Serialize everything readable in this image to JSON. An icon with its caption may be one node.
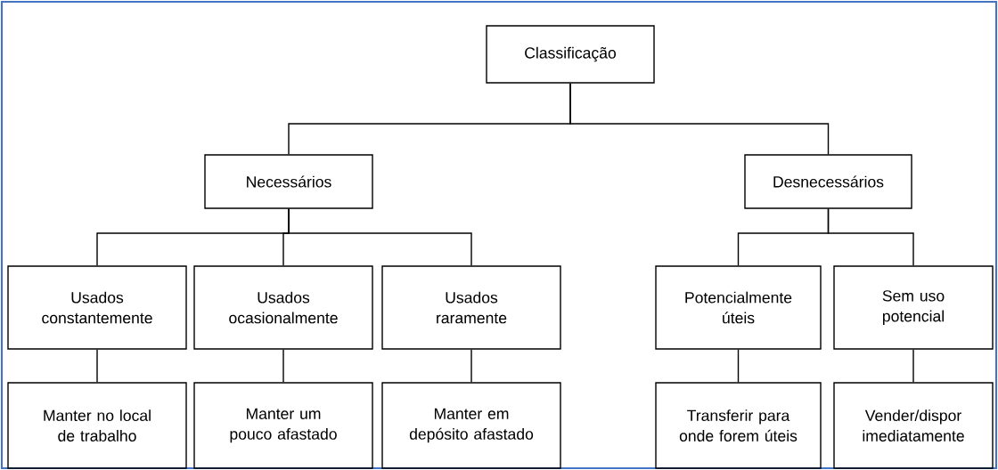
{
  "diagram": {
    "nodes": [
      {
        "text": [
          "Classificação"
        ]
      },
      {
        "text": [
          "Necessários"
        ]
      },
      {
        "text": [
          "Desnecessários"
        ]
      },
      {
        "text": [
          "Usados constantemente"
        ]
      },
      {
        "text": [
          "Usados ocasionalmente"
        ]
      },
      {
        "text": [
          "Usados raramente"
        ]
      },
      {
        "text": [
          "Potencialmente úteis"
        ]
      },
      {
        "text": [
          "Sem uso potencial"
        ]
      },
      {
        "text": [
          "Manter no local de trabalho"
        ]
      },
      {
        "text": [
          "Manter um pouco afastado"
        ]
      },
      {
        "text": [
          "Manter em depósito afastado"
        ]
      },
      {
        "text": [
          "Transferir para onde forem úteis"
        ]
      },
      {
        "text": [
          "Vender/dispor imediatamente"
        ]
      }
    ],
    "edges": [
      {
        "from": 0,
        "to": 1,
        "arrow": "none"
      },
      {
        "from": 0,
        "to": 2,
        "arrow": "none"
      },
      {
        "from": 1,
        "to": 3,
        "arrow": "none"
      },
      {
        "from": 1,
        "to": 4,
        "arrow": "none"
      },
      {
        "from": 1,
        "to": 5,
        "arrow": "none"
      },
      {
        "from": 2,
        "to": 6,
        "arrow": "none"
      },
      {
        "from": 2,
        "to": 7,
        "arrow": "none"
      },
      {
        "from": 3,
        "to": 8,
        "arrow": "none"
      },
      {
        "from": 4,
        "to": 9,
        "arrow": "none"
      },
      {
        "from": 5,
        "to": 10,
        "arrow": "none"
      },
      {
        "from": 6,
        "to": 11,
        "arrow": "none"
      },
      {
        "from": 7,
        "to": 12,
        "arrow": "none"
      }
    ]
  }
}
